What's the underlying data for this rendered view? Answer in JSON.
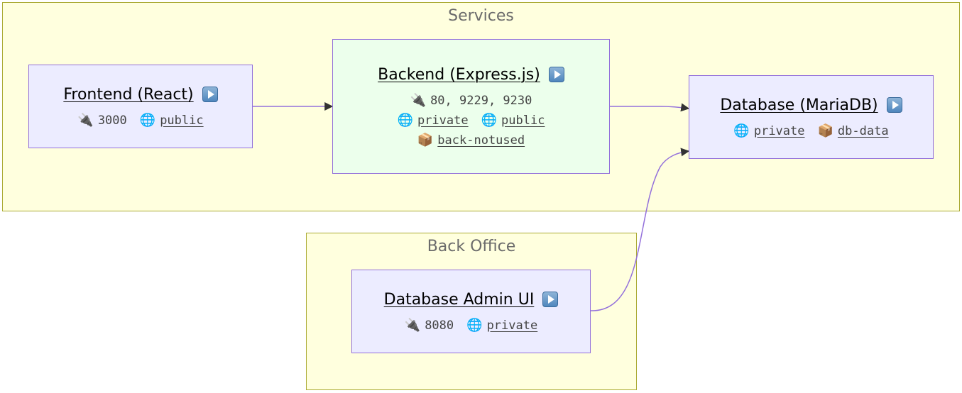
{
  "clusters": {
    "services": {
      "title": "Services"
    },
    "back_office": {
      "title": "Back Office"
    }
  },
  "nodes": {
    "frontend": {
      "title": "Frontend (React)",
      "ports": "3000",
      "networks": [
        "public"
      ]
    },
    "backend": {
      "title": "Backend (Express.js)",
      "ports": "80, 9229, 9230",
      "networks": [
        "private",
        "public"
      ],
      "volumes": [
        "back-notused"
      ]
    },
    "database": {
      "title": "Database (MariaDB)",
      "networks": [
        "private"
      ],
      "volumes": [
        "db-data"
      ]
    },
    "db_admin": {
      "title": "Database Admin UI",
      "ports": "8080",
      "networks": [
        "private"
      ]
    }
  },
  "icons": {
    "play": "play-button-icon",
    "port": "plug-icon",
    "network": "globe-icon",
    "volume": "package-icon"
  },
  "colors": {
    "cluster_fill": "#ffffde",
    "cluster_border": "#aaaa33",
    "node_fill": "#ececff",
    "node_fill_highlight": "#ecffec",
    "node_border": "#9370db",
    "edge": "#9370db"
  }
}
